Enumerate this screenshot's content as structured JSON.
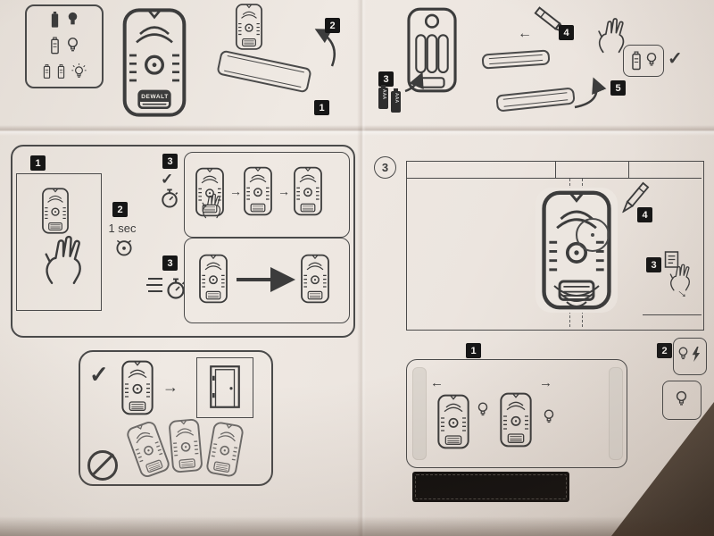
{
  "colors": {
    "paper": "#ece6e0",
    "ink": "#3c3c3c",
    "badge": "#161616",
    "table": "#3a2f26"
  },
  "badges": {
    "b1": "1",
    "b2": "2",
    "b3": "3",
    "b4": "4",
    "b5": "5"
  },
  "device": {
    "brand": "DEWALT",
    "battery_type": "AAA"
  },
  "steps": {
    "duration": "1 sec"
  },
  "section3": {
    "number": "3"
  },
  "icons": {
    "check": "✓",
    "arrow_right": "→",
    "arrow_left": "←",
    "prohibited": "no-entry-icon",
    "bulb": "light-bulb-icon",
    "flash": "lightning-icon",
    "battery": "battery-icon",
    "stopwatch": "timer-icon",
    "pencil": "pencil-icon",
    "hand": "hand-icon",
    "door": "door-frame-icon"
  }
}
